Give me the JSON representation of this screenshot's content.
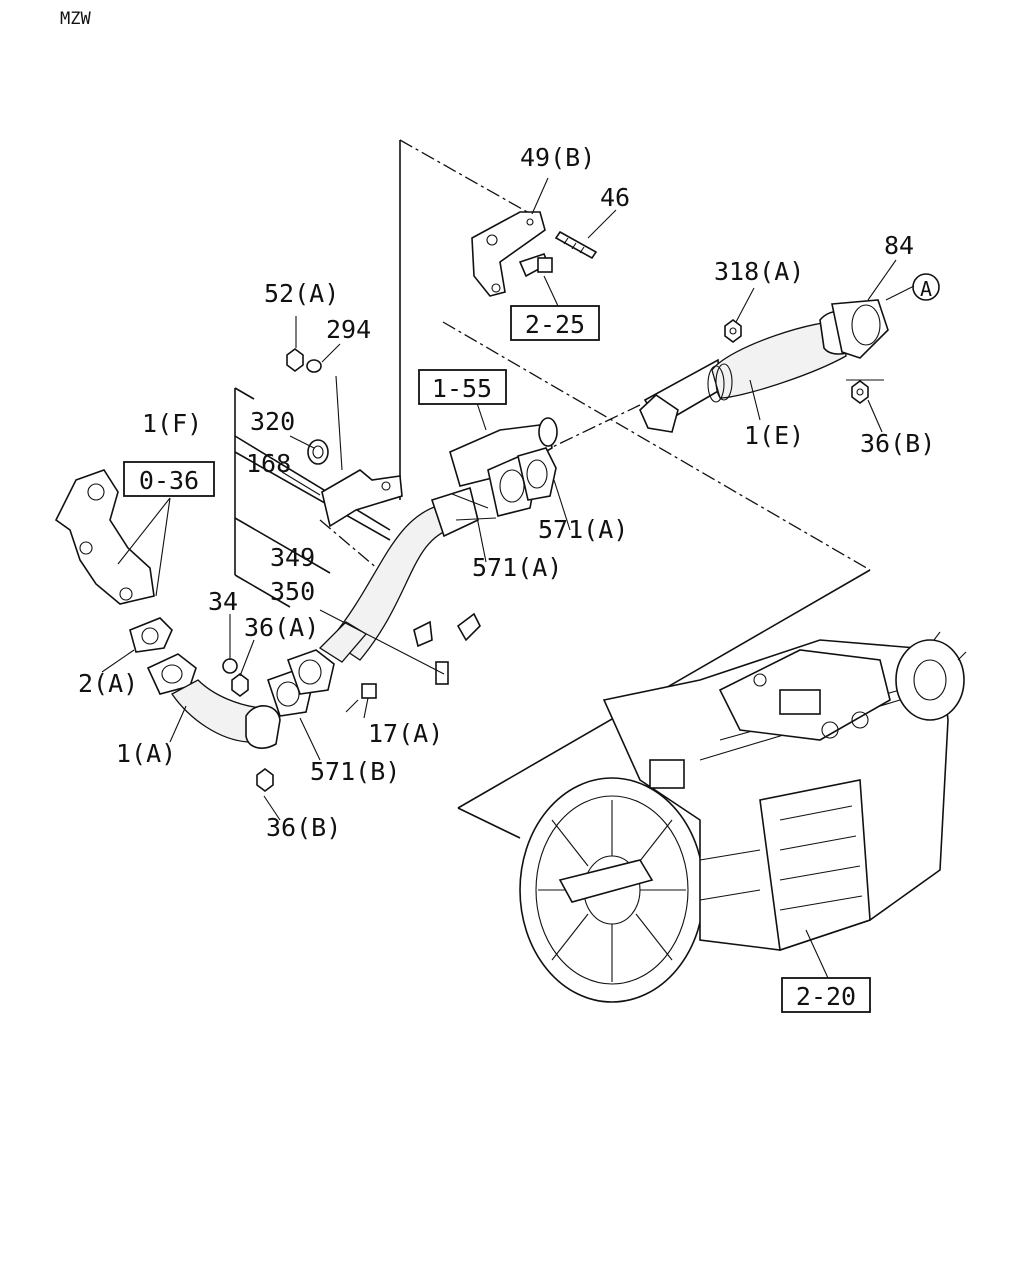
{
  "header": {
    "code": "MZW"
  },
  "labels": {
    "l_49b": "49(B)",
    "l_46": "46",
    "l_318a": "318(A)",
    "l_84": "84",
    "l_circle_a": "A",
    "l_52a": "52(A)",
    "l_294": "294",
    "l_1f": "1(F)",
    "l_320": "320",
    "l_168": "168",
    "l_1e": "1(E)",
    "l_36b_top": "36(B)",
    "l_571a_1": "571(A)",
    "l_571a_2": "571(A)",
    "l_349": "349",
    "l_350": "350",
    "l_34": "34",
    "l_36a": "36(A)",
    "l_2a": "2(A)",
    "l_1a": "1(A)",
    "l_17a": "17(A)",
    "l_571b": "571(B)",
    "l_36b_bot": "36(B)"
  },
  "references": {
    "r_2_25": "2-25",
    "r_1_55": "1-55",
    "r_0_36": "0-36",
    "r_2_20": "2-20"
  }
}
